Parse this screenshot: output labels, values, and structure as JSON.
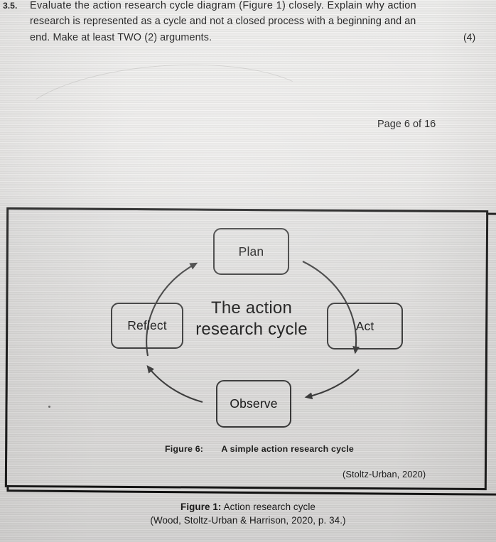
{
  "question": {
    "number": "3.5.",
    "line1": "Evaluate the action research cycle diagram (Figure 1) closely. Explain why action",
    "line2": "research is represented as a cycle and not a closed process with a beginning and an",
    "line3": "end. Make at least TWO (2) arguments.",
    "marks": "(4)"
  },
  "page_label": "Page 6 of 16",
  "figure": {
    "center_line1": "The action",
    "center_line2": "research cycle",
    "nodes": [
      {
        "id": "plan",
        "label": "Plan"
      },
      {
        "id": "act",
        "label": "Act"
      },
      {
        "id": "observe",
        "label": "Observe"
      },
      {
        "id": "reflect",
        "label": "Reflect"
      }
    ],
    "caption_label": "Figure 6:",
    "caption_text": "A simple action research cycle",
    "source": "(Stoltz-Urban, 2020)"
  },
  "bottom_caption": {
    "line1_bold": "Figure 1:",
    "line1_rest": " Action research cycle",
    "line2": "(Wood, Stoltz-Urban & Harrison, 2020, p. 34.)"
  },
  "colors": {
    "ink": "#171717",
    "frame": "#141414",
    "node_stroke": "#3a3a3a",
    "paper": "#e6e5e4"
  }
}
